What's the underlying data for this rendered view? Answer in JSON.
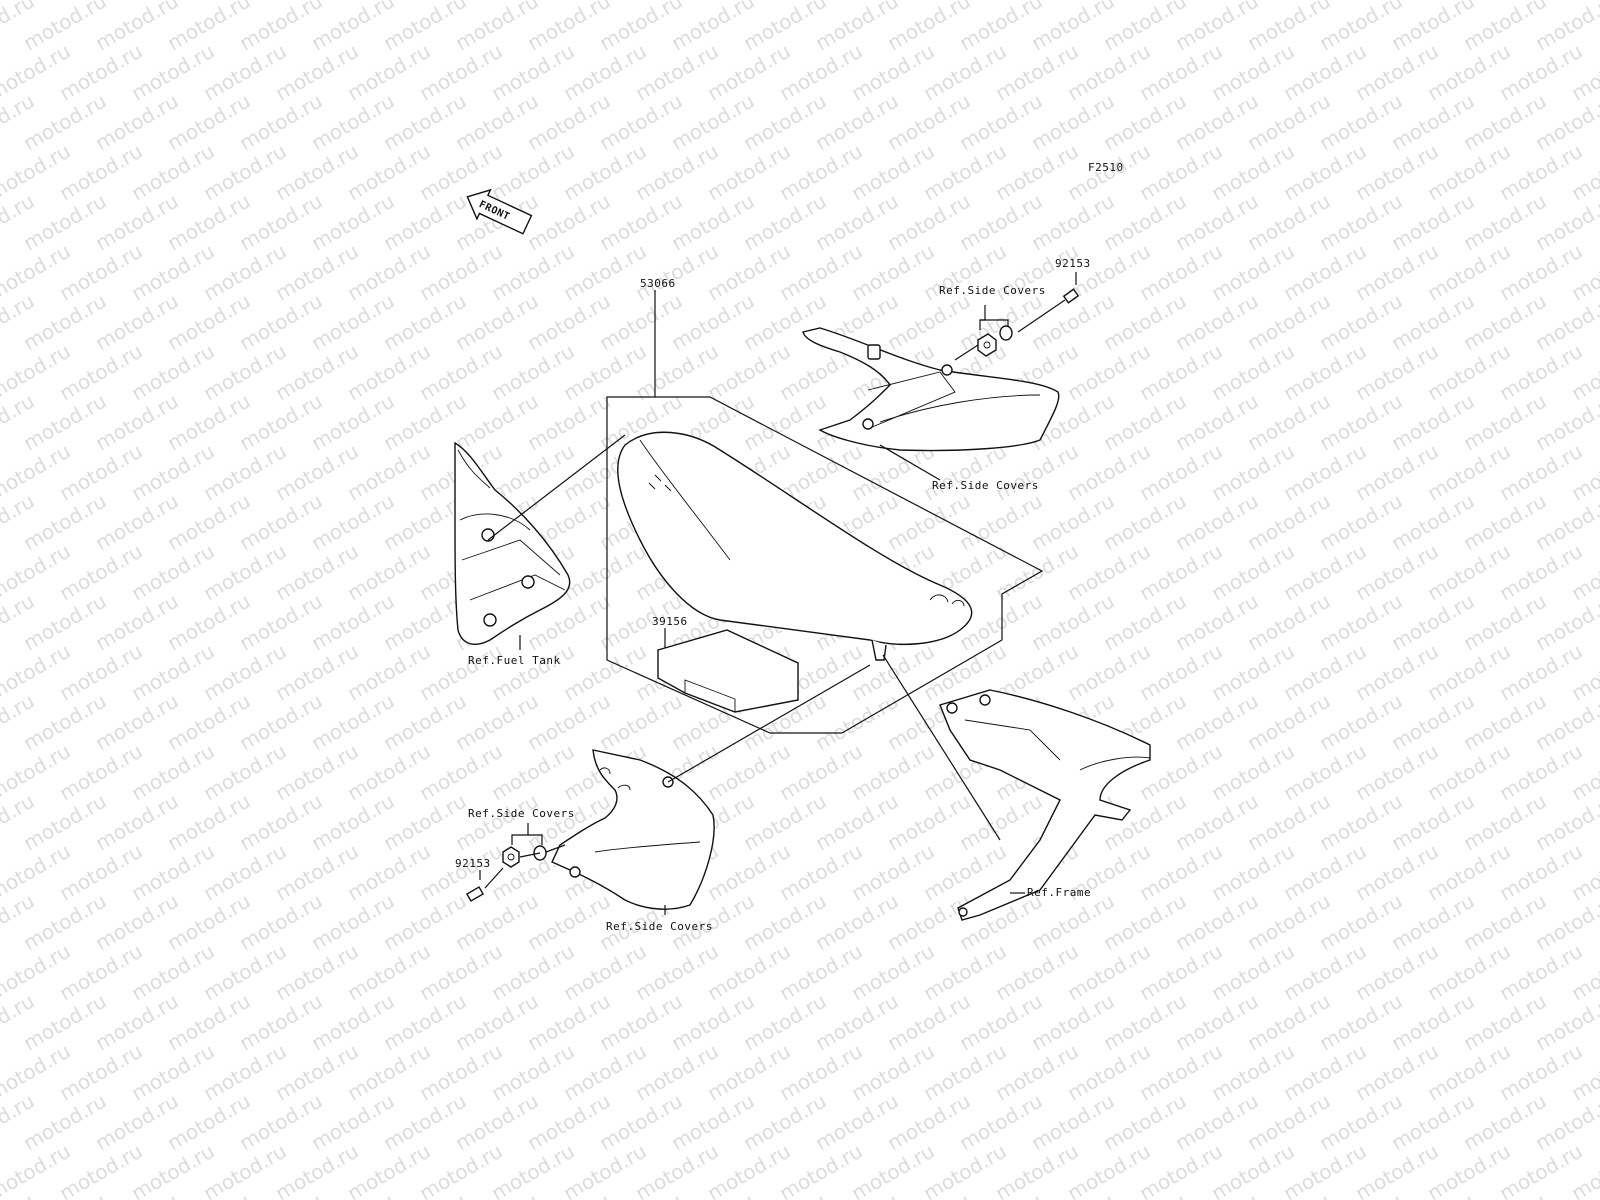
{
  "diagram_code": "F2510",
  "watermark": "motod.ru",
  "front_arrow": "FRONT",
  "parts": {
    "seat": "53066",
    "seat_pad": "39156",
    "bolt_right": "92153",
    "bolt_left": "92153"
  },
  "refs": {
    "side_covers_top": "Ref.Side Covers",
    "side_covers_mid": "Ref.Side Covers",
    "side_covers_left": "Ref.Side Covers",
    "side_covers_bottom": "Ref.Side Covers",
    "fuel_tank": "Ref.Fuel Tank",
    "frame": "Ref.Frame"
  }
}
